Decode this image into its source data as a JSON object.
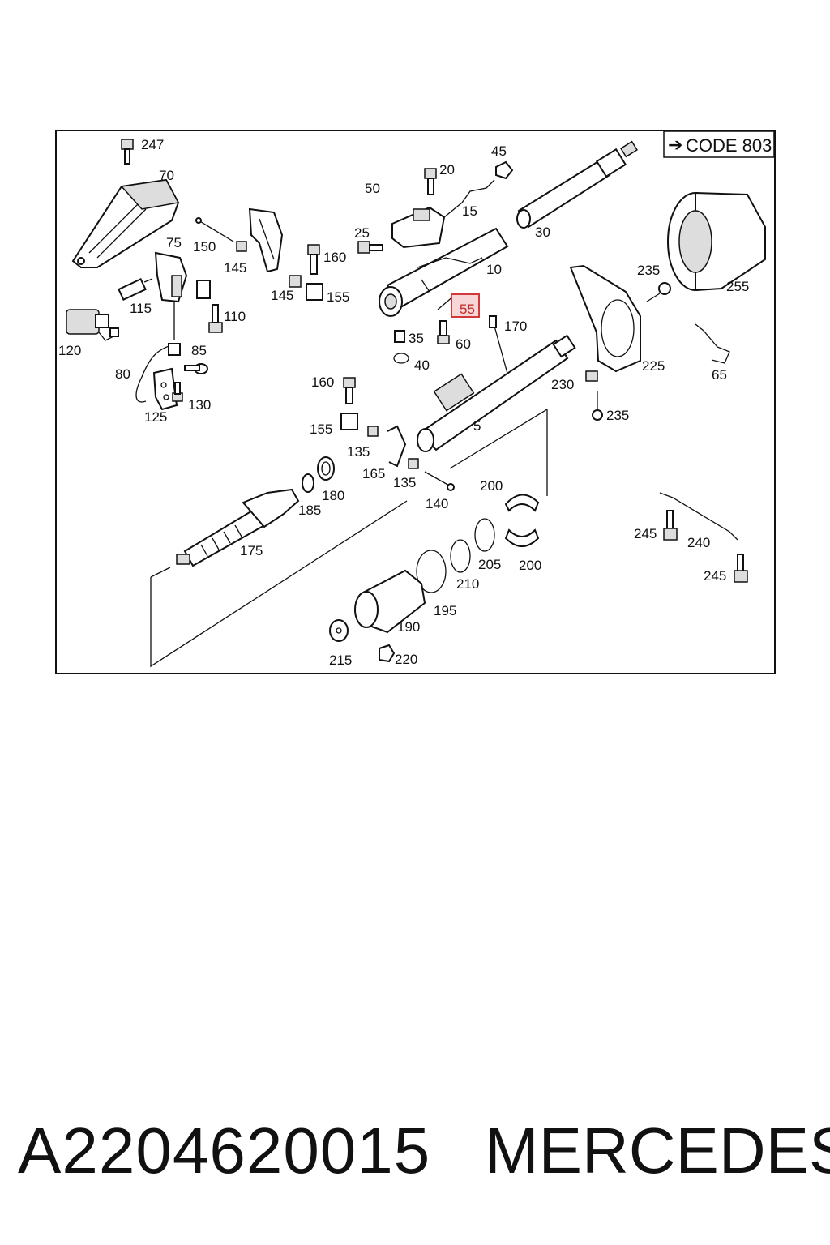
{
  "diagram": {
    "code_label": "CODE 803",
    "highlighted_callout": "55",
    "callouts": {
      "c247": "247",
      "c70": "70",
      "c75": "75",
      "c150": "150",
      "c145a": "145",
      "c145b": "145",
      "c160a": "160",
      "c155a": "155",
      "c115": "115",
      "c120": "120",
      "c110": "110",
      "c85": "85",
      "c80": "80",
      "c125": "125",
      "c130": "130",
      "c50": "50",
      "c20": "20",
      "c45": "45",
      "c15": "15",
      "c25": "25",
      "c30": "30",
      "c10": "10",
      "c35": "35",
      "c60": "60",
      "c40": "40",
      "c170": "170",
      "c235a": "235",
      "c255": "255",
      "c225": "225",
      "c230": "230",
      "c235b": "235",
      "c65": "65",
      "c160b": "160",
      "c155b": "155",
      "c135a": "135",
      "c165": "165",
      "c135b": "135",
      "c5": "5",
      "c140": "140",
      "c180": "180",
      "c185": "185",
      "c175": "175",
      "c200a": "200",
      "c200b": "200",
      "c205": "205",
      "c210": "210",
      "c195": "195",
      "c190": "190",
      "c215": "215",
      "c220": "220",
      "c245a": "245",
      "c240": "240",
      "c245b": "245"
    }
  },
  "footer": {
    "part_number": "A2204620015",
    "brand": "MERCEDES"
  }
}
